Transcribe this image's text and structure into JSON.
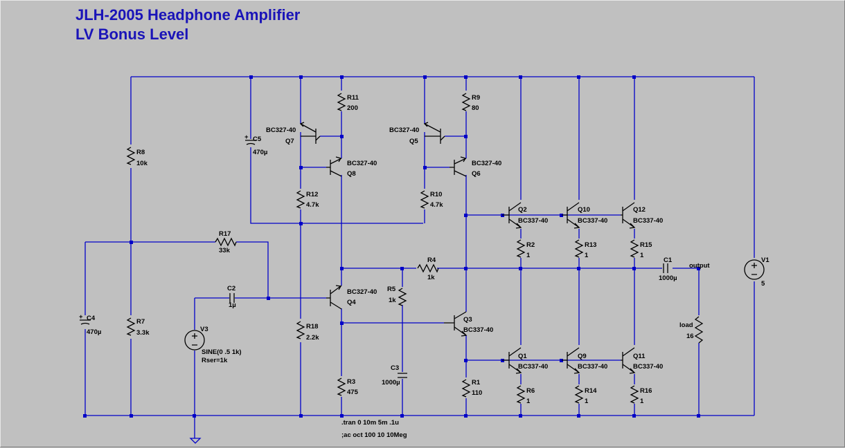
{
  "title_line1": "JLH-2005 Headphone Amplifier",
  "title_line2": "LV Bonus Level",
  "colors": {
    "wire": "#0000c8",
    "title": "#1a14b8",
    "background": "#c0c0c0",
    "component": "#000000"
  },
  "components": {
    "r8": {
      "name": "R8",
      "value": "10k"
    },
    "r7": {
      "name": "R7",
      "value": "3.3k"
    },
    "r17": {
      "name": "R17",
      "value": "33k"
    },
    "c5": {
      "name": "C5",
      "value": "470µ"
    },
    "c4": {
      "name": "C4",
      "value": "470µ"
    },
    "c2": {
      "name": "C2",
      "value": "1µ"
    },
    "v3": {
      "name": "V3",
      "value": "SINE(0 .5 1k)",
      "extra": "Rser=1k"
    },
    "r11": {
      "name": "R11",
      "value": "200"
    },
    "r12": {
      "name": "R12",
      "value": "4.7k"
    },
    "r18": {
      "name": "R18",
      "value": "2.2k"
    },
    "r3": {
      "name": "R3",
      "value": "475"
    },
    "q7": {
      "name": "Q7",
      "model": "BC327-40"
    },
    "q8": {
      "name": "Q8",
      "model": "BC327-40"
    },
    "q4": {
      "name": "Q4",
      "model": "BC327-40"
    },
    "r5": {
      "name": "R5",
      "value": "1k"
    },
    "c3": {
      "name": "C3",
      "value": "1000µ"
    },
    "r4": {
      "name": "R4",
      "value": "1k"
    },
    "r9": {
      "name": "R9",
      "value": "80"
    },
    "r10": {
      "name": "R10",
      "value": "4.7k"
    },
    "r1": {
      "name": "R1",
      "value": "110"
    },
    "q5": {
      "name": "Q5",
      "model": "BC327-40"
    },
    "q6": {
      "name": "Q6",
      "model": "BC327-40"
    },
    "q3": {
      "name": "Q3",
      "model": "BC337-40"
    },
    "q2": {
      "name": "Q2",
      "model": "BC337-40"
    },
    "q10": {
      "name": "Q10",
      "model": "BC337-40"
    },
    "q12": {
      "name": "Q12",
      "model": "BC337-40"
    },
    "q1": {
      "name": "Q1",
      "model": "BC337-40"
    },
    "q9": {
      "name": "Q9",
      "model": "BC337-40"
    },
    "q11": {
      "name": "Q11",
      "model": "BC337-40"
    },
    "r2": {
      "name": "R2",
      "value": "1"
    },
    "r13": {
      "name": "R13",
      "value": "1"
    },
    "r15": {
      "name": "R15",
      "value": "1"
    },
    "r6": {
      "name": "R6",
      "value": "1"
    },
    "r14": {
      "name": "R14",
      "value": "1"
    },
    "r16": {
      "name": "R16",
      "value": "1"
    },
    "c1": {
      "name": "C1",
      "value": "1000µ"
    },
    "load": {
      "name": "load",
      "value": "16"
    },
    "v1": {
      "name": "V1",
      "value": "5"
    }
  },
  "net_output": "output",
  "directive_tran": ".tran 0 10m 5m .1u",
  "directive_ac": ";ac oct 100 10 10Meg"
}
